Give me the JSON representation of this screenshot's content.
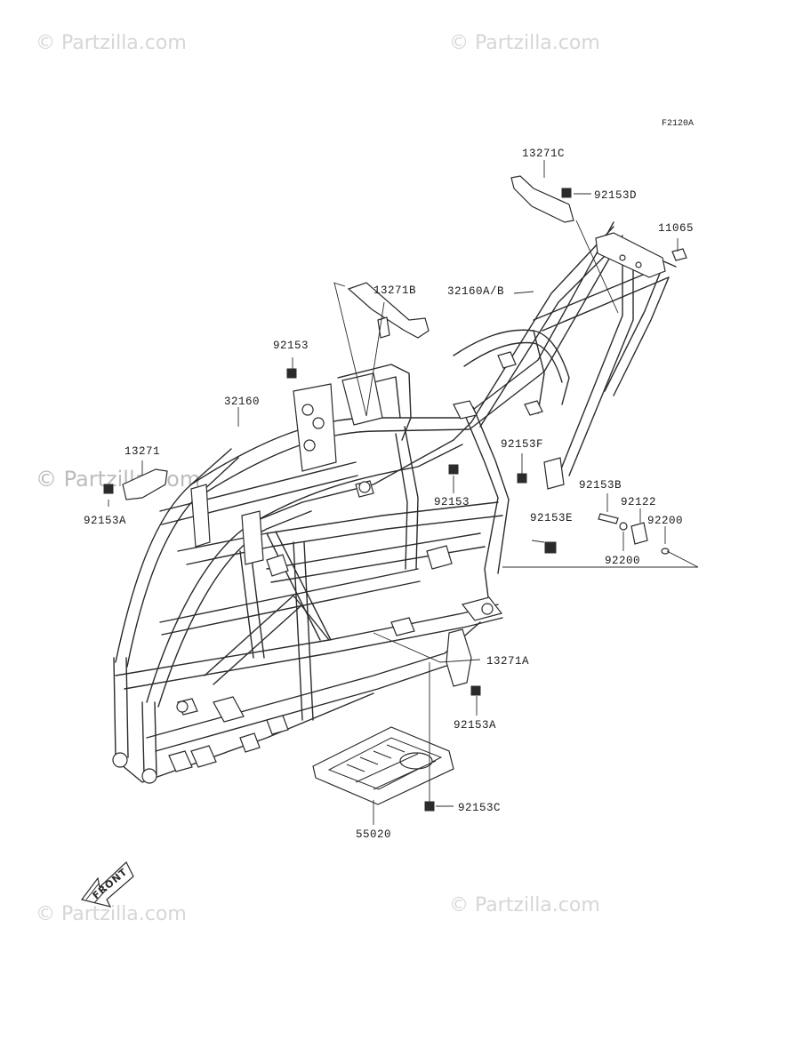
{
  "diagram_code": "F2120A",
  "watermark": "© Partzilla.com",
  "front_label": "FRONT",
  "colors": {
    "line": "#2b2b2b",
    "watermark": "#d6d6d6",
    "background": "#ffffff"
  },
  "callouts": {
    "p13271C": "13271C",
    "p92153D": "92153D",
    "p11065": "11065",
    "p13271B": "13271B",
    "p32160AB": "32160A/B",
    "p92153_top": "92153",
    "p32160": "32160",
    "p13271": "13271",
    "p92153A_left": "92153A",
    "p92153F": "92153F",
    "p92153_mid": "92153",
    "p92153B": "92153B",
    "p92122": "92122",
    "p92200_right": "92200",
    "p92153E": "92153E",
    "p92200_low": "92200",
    "p13271A": "13271A",
    "p92153A_low": "92153A",
    "p92153C": "92153C",
    "p55020": "55020"
  }
}
